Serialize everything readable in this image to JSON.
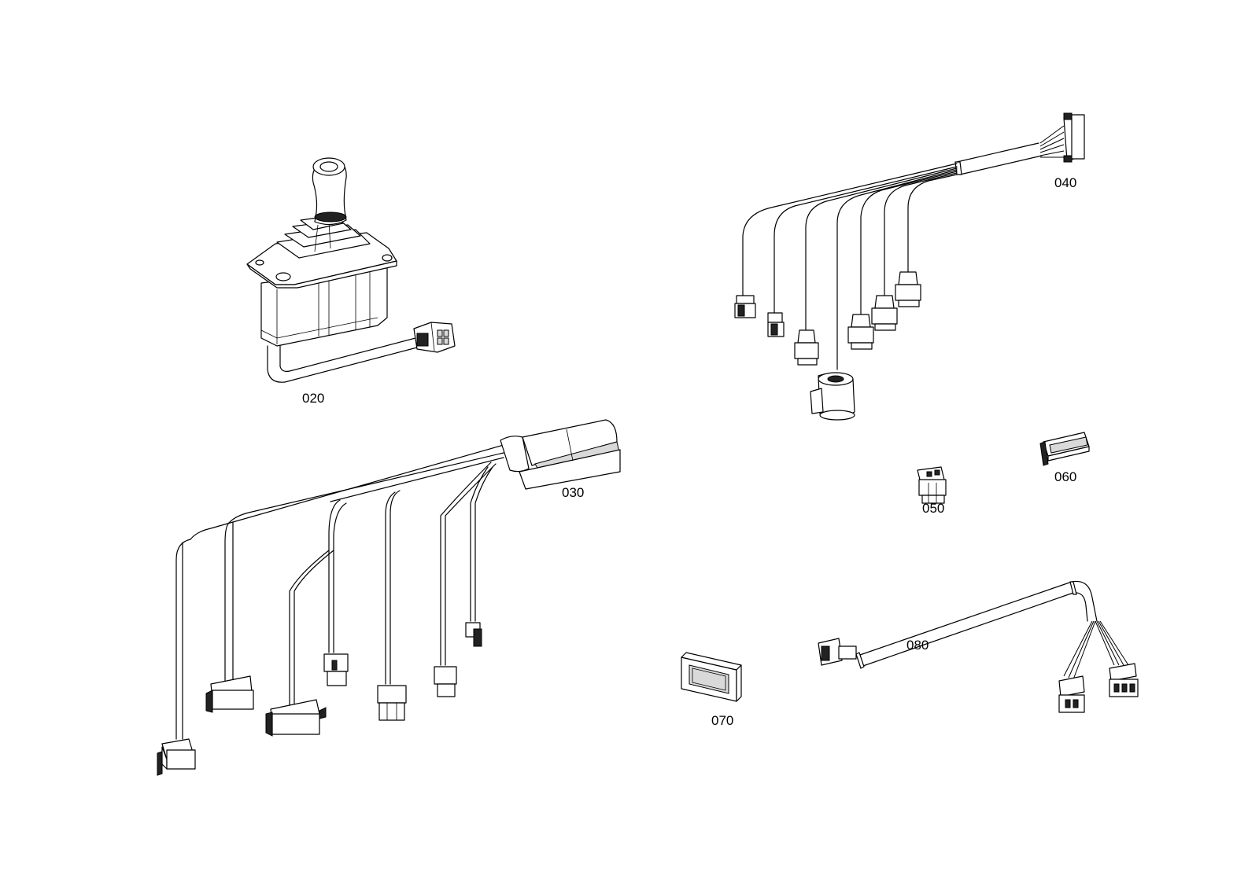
{
  "parts": [
    {
      "id": "joystick",
      "label": "020"
    },
    {
      "id": "harness-main",
      "label": "030"
    },
    {
      "id": "harness-branch",
      "label": "040"
    },
    {
      "id": "small-connector",
      "label": "050"
    },
    {
      "id": "terminal-strip",
      "label": "060"
    },
    {
      "id": "rect-socket",
      "label": "070"
    },
    {
      "id": "harness-adapter",
      "label": "080"
    }
  ]
}
